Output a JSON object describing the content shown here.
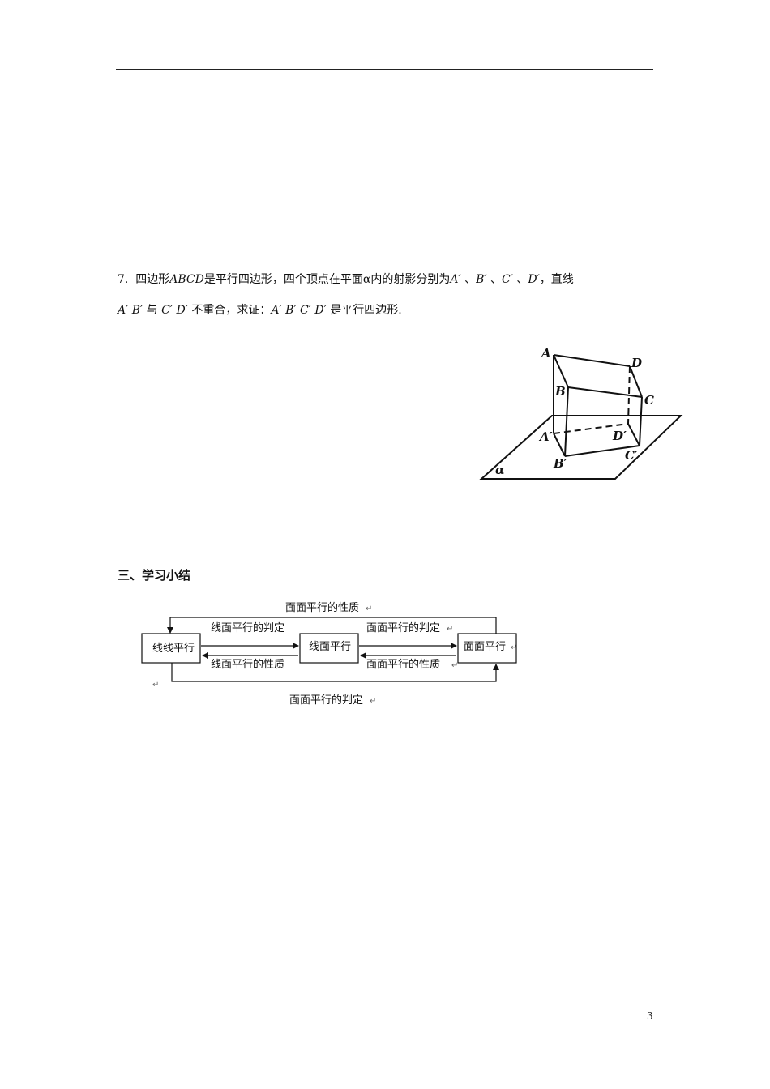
{
  "problem": {
    "number": "7.",
    "line1": [
      {
        "t": "四边形",
        "i": false
      },
      {
        "t": "ABCD",
        "i": true
      },
      {
        "t": "是平行四边形，四个顶点在平面",
        "i": false
      },
      {
        "t": "α",
        "i": false
      },
      {
        "t": "内的射影分别为",
        "i": false
      },
      {
        "t": "A′",
        "i": true
      },
      {
        "t": " 、",
        "i": false
      },
      {
        "t": "B′",
        "i": true
      },
      {
        "t": " 、",
        "i": false
      },
      {
        "t": "C′",
        "i": true
      },
      {
        "t": " 、",
        "i": false
      },
      {
        "t": "D′",
        "i": true
      },
      {
        "t": "，直线",
        "i": false
      }
    ],
    "line2": [
      {
        "t": "A′",
        "i": true
      },
      {
        "t": " ",
        "i": false
      },
      {
        "t": "B′",
        "i": true
      },
      {
        "t": " 与 ",
        "i": false
      },
      {
        "t": "C′",
        "i": true
      },
      {
        "t": " ",
        "i": false
      },
      {
        "t": "D′",
        "i": true
      },
      {
        "t": " 不重合，求证：",
        "i": false
      },
      {
        "t": "A′",
        "i": true
      },
      {
        "t": " ",
        "i": false
      },
      {
        "t": "B′",
        "i": true
      },
      {
        "t": " ",
        "i": false
      },
      {
        "t": "C′",
        "i": true
      },
      {
        "t": " ",
        "i": false
      },
      {
        "t": "D′",
        "i": true
      },
      {
        "t": " 是平行四边形.",
        "i": false
      }
    ]
  },
  "figure": {
    "labels": {
      "A": "A",
      "B": "B",
      "C": "C",
      "D": "D",
      "A1": "A′",
      "B1": "B′",
      "C1": "C′",
      "D1": "D′",
      "plane": "α"
    }
  },
  "section_title": "三、学习小结",
  "flowchart": {
    "box_left": "线线平行",
    "box_mid": "线面平行",
    "box_right": "面面平行",
    "top_label": "面面平行的性质",
    "bottom_label": "面面平行的判定",
    "l1_top": "线面平行的判定",
    "l1_bottom": "线面平行的性质",
    "l2_top": "面面平行的判定",
    "l2_bottom": "面面平行的性质",
    "return_mark": "↵"
  },
  "page_number": "3"
}
